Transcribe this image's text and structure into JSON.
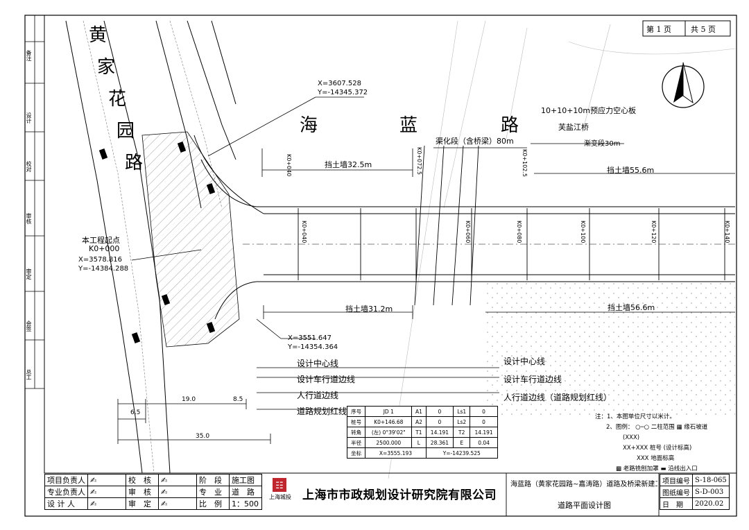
{
  "page_indicator": {
    "current": "第 1 页",
    "total": "共 5 页"
  },
  "roads": {
    "haiLan": [
      "海",
      "蓝",
      "路"
    ],
    "huangJiaHuaYuan": [
      "黄",
      "家",
      "花",
      "园",
      "路"
    ]
  },
  "bridge": {
    "title": "10+10+10m预应力空心板",
    "name": "芙盐江桥"
  },
  "segments": {
    "greening": "渠化段（含桥梁）80m",
    "transition": "渐变段30m",
    "wall_325": "挡土墙32.5m",
    "wall_556": "挡土墙55.6m",
    "wall_312": "挡土墙31.2m",
    "wall_566": "挡土墙56.6m"
  },
  "coords": {
    "top": [
      "X=3607.528",
      "Y=-14345.372"
    ],
    "start": [
      "X=3578.816",
      "Y=-14384.288"
    ],
    "bottom": [
      "X=3551.647",
      "Y=-14354.364"
    ]
  },
  "start_point": {
    "label": "本工程起点",
    "station": "K0+000"
  },
  "legend_lines_left": [
    "设计中心线",
    "设计车行道边线",
    "人行道边线",
    "道路规划红线"
  ],
  "legend_lines_right": [
    "设计中心线",
    "设计车行道边线",
    "人行道边线（道路规划红线）"
  ],
  "stations": [
    "K0+040",
    "K0+060",
    "K0+080",
    "K0+100",
    "K0+120",
    "K0+140"
  ],
  "stations_top": [
    "K0+040",
    "K0+072.5",
    "K0+102.5"
  ],
  "dims_bottom": [
    "6.5",
    "19.0",
    "35.0",
    "8.5"
  ],
  "jd_table": {
    "rows": [
      [
        "序号",
        "JD 1",
        "A1",
        "0",
        "Ls1",
        "0"
      ],
      [
        "桩号",
        "K0+146.68",
        "A2",
        "0",
        "Ls2",
        "0"
      ],
      [
        "转角",
        "(左) 0°39'02\"",
        "T1",
        "14.191",
        "T2",
        "14.191"
      ],
      [
        "半径",
        "2500.000",
        "L",
        "28.361",
        "E",
        "0.04"
      ],
      [
        "坐标",
        "X=3555.193",
        "",
        "Y=-14239.525",
        "",
        ""
      ]
    ]
  },
  "notes": {
    "line1": "注：1、本图单位尺寸以米计。",
    "line2": "2、图例：",
    "legend_items": [
      "二柱范围",
      "缘石坡道",
      "桩号",
      "(设计标高)",
      "地面标高",
      "老路铣刨加罩",
      "沿线出入口"
    ],
    "sym1": "XX+XXX",
    "sym2": "(XXX)",
    "sym3": "XXX"
  },
  "title_block": {
    "rows": [
      [
        "项目负责人",
        "校　核",
        "阶　段",
        "施工图"
      ],
      [
        "专业负责人",
        "审　核",
        "专　业",
        "道　路"
      ],
      [
        "设 计 人",
        "审　定",
        "比　例",
        "1：500"
      ]
    ],
    "company": "上海市市政规划设计研究院有限公司",
    "logo_text": "上海城投",
    "project": "海蓝路（黄家花园路~嘉涛路）道路及桥梁新建工程",
    "drawing": "道路平面设计图",
    "info": [
      [
        "项目编号",
        "S-18-065"
      ],
      [
        "图纸编号",
        "S-D-003"
      ],
      [
        "日　期",
        "2020.02"
      ]
    ]
  },
  "side_labels": [
    "备注",
    "设计",
    "校对",
    "审核",
    "审定",
    "会签",
    "总工"
  ]
}
